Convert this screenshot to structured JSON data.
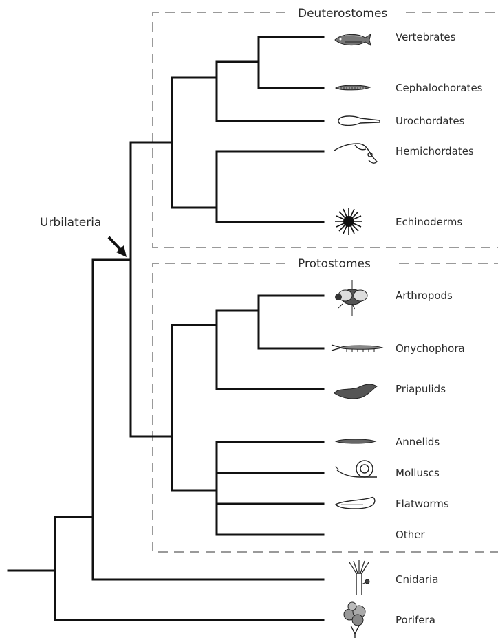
{
  "groups": {
    "deuterostomes": "Deuterostomes",
    "protostomes": "Protostomes"
  },
  "root_label": "Urbilateria",
  "taxa": [
    {
      "id": "vertebrates",
      "label": "Vertebrates",
      "icon": "fish-icon"
    },
    {
      "id": "cephalochordates",
      "label": "Cephalochorates",
      "icon": "lancelet-icon"
    },
    {
      "id": "urochordates",
      "label": "Urochordates",
      "icon": "tunicate-larva-icon"
    },
    {
      "id": "hemichordates",
      "label": "Hemichordates",
      "icon": "acorn-worm-icon"
    },
    {
      "id": "echinoderms",
      "label": "Echinoderms",
      "icon": "sea-urchin-icon"
    },
    {
      "id": "arthropods",
      "label": "Arthropods",
      "icon": "fly-icon"
    },
    {
      "id": "onychophora",
      "label": "Onychophora",
      "icon": "velvet-worm-icon"
    },
    {
      "id": "priapulids",
      "label": "Priapulids",
      "icon": "priapulid-worm-icon"
    },
    {
      "id": "annelids",
      "label": "Annelids",
      "icon": "segmented-worm-icon"
    },
    {
      "id": "molluscs",
      "label": "Molluscs",
      "icon": "snail-icon"
    },
    {
      "id": "flatworms",
      "label": "Flatworms",
      "icon": "flatworm-icon"
    },
    {
      "id": "other",
      "label": "Other",
      "icon": ""
    },
    {
      "id": "cnidaria",
      "label": "Cnidaria",
      "icon": "hydra-icon"
    },
    {
      "id": "porifera",
      "label": "Porifera",
      "icon": "sponge-icon"
    }
  ]
}
